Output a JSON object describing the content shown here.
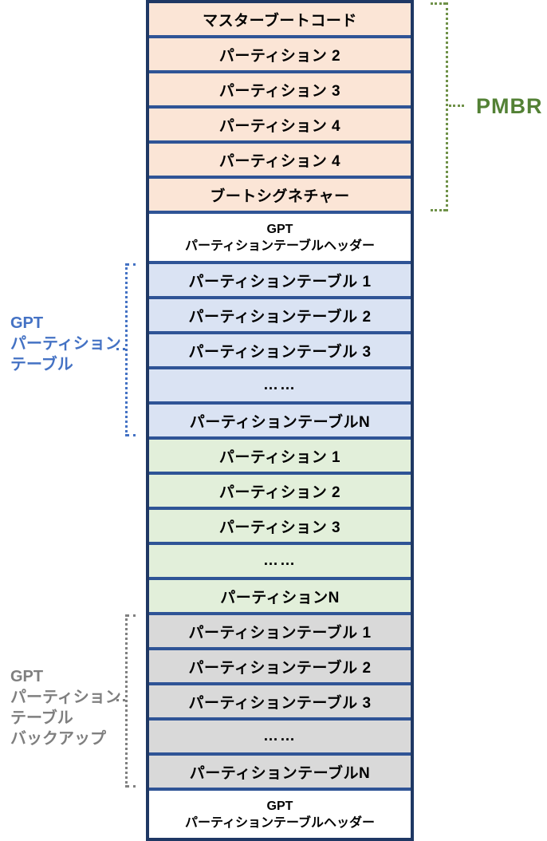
{
  "colors": {
    "outer_border": "#1F3864",
    "row_separator": "#2F5496",
    "pmbr_section_fill": "#FBE5D6",
    "gpt_table_fill": "#DAE3F3",
    "partition_fill": "#E2EFDA",
    "backup_table_fill": "#D9D9D9",
    "header_fill": "#FFFFFF",
    "pmbr_label_color": "#538135",
    "pmbr_bracket_color": "#6F9148",
    "gpt_table_label_color": "#4472C4",
    "backup_label_color": "#7F7F7F",
    "row_text_color": "#000000"
  },
  "stack": {
    "sections": [
      {
        "name": "protective-mbr",
        "rows": [
          {
            "text": "マスターブートコード"
          },
          {
            "text": "パーティション 2"
          },
          {
            "text": "パーティション 3"
          },
          {
            "text": "パーティション 4"
          },
          {
            "text": "パーティション 4"
          },
          {
            "text": "ブートシグネチャー"
          }
        ]
      },
      {
        "name": "gpt-header",
        "rows": [
          {
            "lines": [
              "GPT",
              "パーティションテーブルヘッダー"
            ]
          }
        ]
      },
      {
        "name": "gpt-partition-table",
        "rows": [
          {
            "text": "パーティションテーブル 1"
          },
          {
            "text": "パーティションテーブル 2"
          },
          {
            "text": "パーティションテーブル 3"
          },
          {
            "text": "……"
          },
          {
            "text": "パーティションテーブルN"
          }
        ]
      },
      {
        "name": "partitions",
        "rows": [
          {
            "text": "パーティション 1"
          },
          {
            "text": "パーティション 2"
          },
          {
            "text": "パーティション 3"
          },
          {
            "text": "……"
          },
          {
            "text": "パーティションN"
          }
        ]
      },
      {
        "name": "gpt-partition-table-backup",
        "rows": [
          {
            "text": "パーティションテーブル 1"
          },
          {
            "text": "パーティションテーブル 2"
          },
          {
            "text": "パーティションテーブル 3"
          },
          {
            "text": "……"
          },
          {
            "text": "パーティションテーブルN"
          }
        ]
      },
      {
        "name": "gpt-header-backup",
        "rows": [
          {
            "lines": [
              "GPT",
              "パーティションテーブルヘッダー"
            ]
          }
        ]
      }
    ]
  },
  "labels": {
    "pmbr": {
      "text": "PMBR"
    },
    "gpt_table": {
      "lines": [
        "GPT",
        "パーティション",
        "テーブル"
      ]
    },
    "gpt_table_backup": {
      "lines": [
        "GPT",
        "パーティション",
        "テーブル",
        "バックアップ"
      ]
    }
  }
}
